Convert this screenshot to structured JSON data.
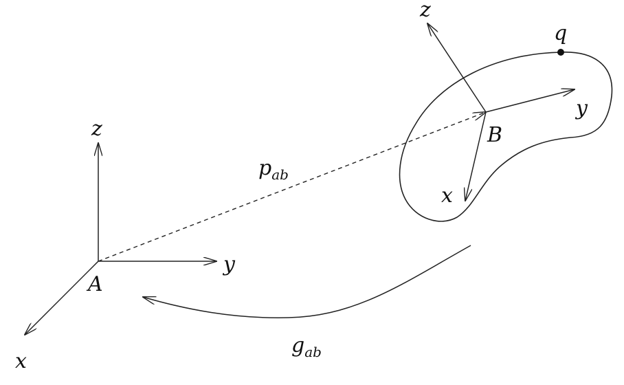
{
  "frame_a": {
    "origin_label": "A",
    "axis_x_label": "x",
    "axis_y_label": "y",
    "axis_z_label": "z"
  },
  "frame_b": {
    "origin_label": "B",
    "axis_x_label": "x",
    "axis_y_label": "y",
    "axis_z_label": "z"
  },
  "point_q": {
    "label": "q"
  },
  "position_vector": {
    "main": "p",
    "sub": "ab"
  },
  "transform": {
    "main": "g",
    "sub": "ab"
  },
  "colors": {
    "ink": "#222222",
    "background": "#ffffff"
  }
}
